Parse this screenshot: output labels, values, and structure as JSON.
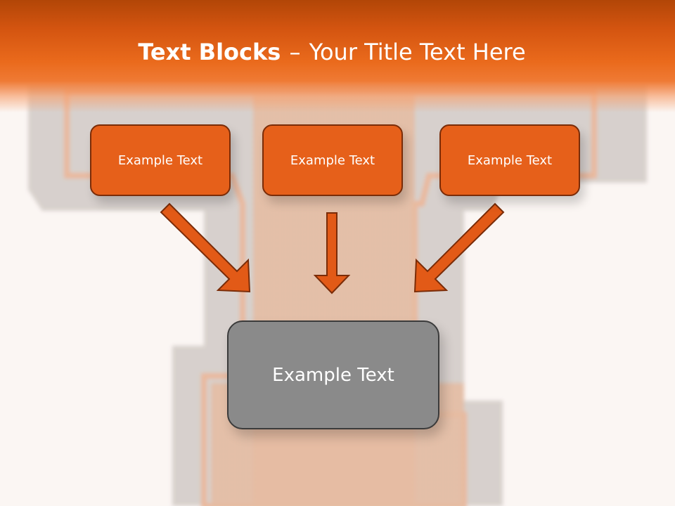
{
  "title": {
    "bold": "Text Blocks",
    "separator": "–",
    "rest": "Your Title Text Here"
  },
  "blocks": [
    {
      "label": "Example Text"
    },
    {
      "label": "Example Text"
    },
    {
      "label": "Example Text"
    }
  ],
  "target": {
    "label": "Example Text"
  },
  "colors": {
    "header": "#ea6a1c",
    "block_fill": "#e6601a",
    "block_border": "#7a2c08",
    "target_fill": "#8a8a8a",
    "arrow": "#e25a17"
  }
}
